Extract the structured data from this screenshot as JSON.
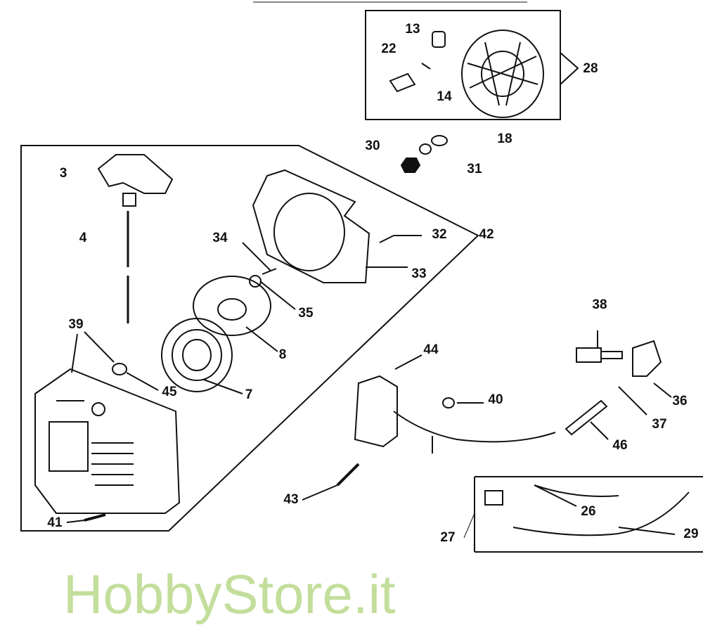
{
  "watermark": "HobbyStore.it",
  "labels": {
    "p13": "13",
    "p22": "22",
    "p14": "14",
    "p28": "28",
    "p30": "30",
    "p18": "18",
    "p31": "31",
    "p3": "3",
    "p4": "4",
    "p34": "34",
    "p32": "32",
    "p42": "42",
    "p33": "33",
    "p35": "35",
    "p8": "8",
    "p39": "39",
    "p45": "45",
    "p7": "7",
    "p38": "38",
    "p44": "44",
    "p40": "40",
    "p36": "36",
    "p37": "37",
    "p46": "46",
    "p43": "43",
    "p26": "26",
    "p41": "41",
    "p27": "27",
    "p29": "29"
  }
}
